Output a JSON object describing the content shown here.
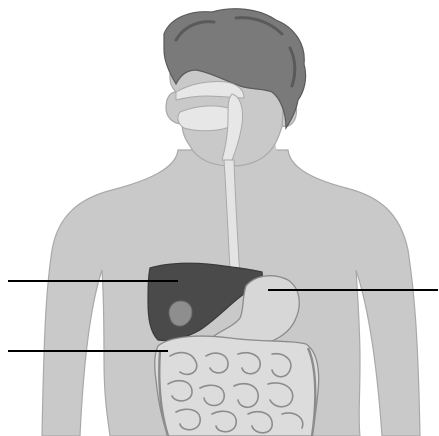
{
  "diagram": {
    "colors": {
      "background": "#ffffff",
      "body": "#c9c9c9",
      "body_outline": "#a9a9a9",
      "hair": "#7a7a7a",
      "hair_dark": "#5a5a5a",
      "esophagus": "#e4e4e4",
      "liver": "#4a4a4a",
      "gallbladder": "#8e8e8e",
      "stomach": "#d7d7d7",
      "intestines": "#dcdcdc",
      "intestine_lines": "#8c8c8c",
      "oral_cavity": "#e7e7e7",
      "pointer_line": "#000000"
    },
    "organs": [
      "liver",
      "gallbladder",
      "stomach",
      "esophagus",
      "oral-cavity",
      "small-intestine",
      "large-intestine"
    ],
    "labels": [
      "",
      "",
      ""
    ],
    "pointer_lines": [
      {
        "id": "pointer-liver",
        "points_to": "liver",
        "label_index": 0
      },
      {
        "id": "pointer-small-intestine",
        "points_to": "small-intestine",
        "label_index": 1
      },
      {
        "id": "pointer-stomach",
        "points_to": "stomach",
        "label_index": 2
      }
    ]
  }
}
